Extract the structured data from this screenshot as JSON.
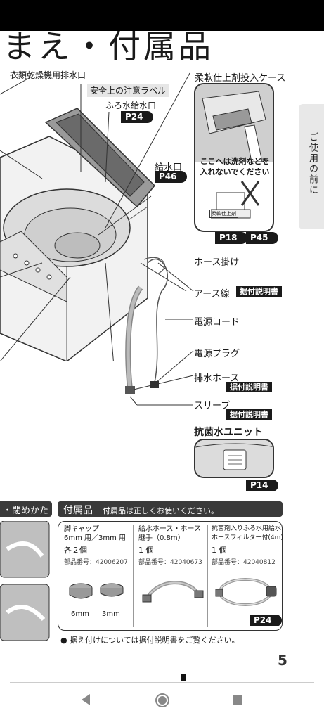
{
  "header": {
    "title": "まえ・付属品"
  },
  "side_tab": {
    "label": "ご使用の前に"
  },
  "labels": {
    "dryer_exhaust": "衣類乾燥機用排水口",
    "safety_label": "安全上の注意ラベル",
    "bath_water_inlet": "ふろ水給水口",
    "bath_water_ref": "P24",
    "water_inlet": "給水口",
    "water_inlet_ref": "P46",
    "softener_case": "柔軟仕上剤投入ケース",
    "callout_warning": "ここへは洗剤などを入れないでください",
    "callout_tag": "柔軟仕上剤",
    "callout_ref_1": "P18",
    "callout_ref_2": "P45",
    "hose_hook": "ホース掛け",
    "ground_wire": "アース線",
    "ground_wire_ref": "据付説明書",
    "power_cord": "電源コード",
    "power_plug": "電源プラグ",
    "drain_hose": "排水ホース",
    "drain_hose_ref": "据付説明書",
    "sleeve": "スリーブ",
    "sleeve_ref": "据付説明書",
    "antibacterial_unit": "抗菌水ユニット",
    "antibacterial_ref": "P14"
  },
  "left_section": {
    "title": "・閉めかた"
  },
  "accessories": {
    "title": "付属品",
    "subtitle": "付属品は正しくお使いください。",
    "items": [
      {
        "name_line1": "脚キャップ",
        "name_line2": "6mm 用／3mm 用",
        "qty": "各２個",
        "part": "部品番号：42006207",
        "sub1": "6mm",
        "sub2": "3mm"
      },
      {
        "name_line1": "給水ホース・ホース",
        "name_line2": "継手（0.8m）",
        "qty": "1 個",
        "part": "部品番号：42040673"
      },
      {
        "name_line1": "抗菌剤入りふろ水用給水",
        "name_line2": "ホースフィルター付(4m)",
        "qty": "1 個",
        "part": "部品番号：42040812",
        "ref": "P24"
      }
    ],
    "note": "● 据え付けについては据付説明書をご覧ください。"
  },
  "page_number": "5",
  "nav": {
    "back": "back-icon",
    "home": "home-icon",
    "recents": "recents-icon"
  }
}
